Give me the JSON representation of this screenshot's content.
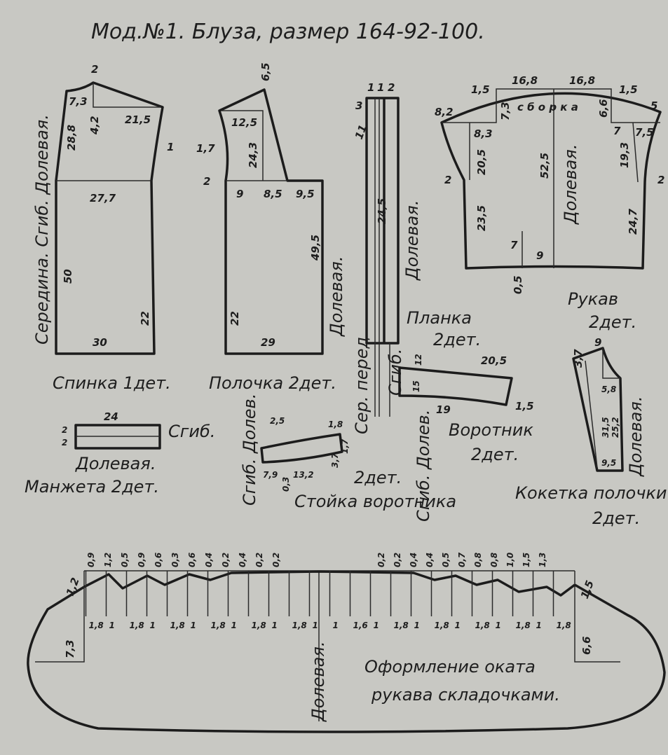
{
  "title": "Мод.№1. Блуза, размер 164-92-100.",
  "back": {
    "caption": "Спинка 1дет.",
    "side_label": "Середина. Сгиб. Долевая.",
    "dims": [
      "2",
      "7,3",
      "4,2",
      "21,5",
      "28,8",
      "1",
      "27,7",
      "50",
      "22",
      "30"
    ]
  },
  "front": {
    "caption": "Полочка 2дет.",
    "grain": "Долевая.",
    "dims": [
      "6,5",
      "12,5",
      "24,3",
      "1,7",
      "2",
      "9",
      "8,5",
      "9,5",
      "49,5",
      "22",
      "29"
    ]
  },
  "placket": {
    "caption_1": "Планка",
    "caption_2": "2дет.",
    "grain": "Долевая.",
    "center_front": "Сер. перед",
    "fold": "Сгиб.",
    "dims": [
      "1",
      "1",
      "2",
      "3",
      "11",
      "24,5"
    ]
  },
  "sleeve": {
    "caption_1": "Рукав",
    "caption_2": "2дет.",
    "grain": "Долевая.",
    "cap_text": "с б о р к а",
    "dims": [
      "1,5",
      "16,8",
      "16,8",
      "1,5",
      "8,2",
      "7,3",
      "6,6",
      "5",
      "8,3",
      "20,5",
      "52,5",
      "7",
      "7,5",
      "19,3",
      "2",
      "2",
      "23,5",
      "24,7",
      "7",
      "9",
      "0,5"
    ]
  },
  "cuff": {
    "caption_1": "Долевая.",
    "caption_2": "Манжета 2дет.",
    "fold": "Сгиб.",
    "dims": [
      "24",
      "2",
      "2"
    ]
  },
  "collar_stand": {
    "caption": "Стойка воротника",
    "qty": "2дет.",
    "side_label": "Сгиб. Долев.",
    "dims": [
      "2,5",
      "1,8",
      "3,7",
      "1,7",
      "7,9",
      "13,2",
      "0,3"
    ]
  },
  "collar": {
    "caption_1": "Воротник",
    "caption_2": "2дет.",
    "side_label": "Сгиб. Долев.",
    "dims": [
      "12",
      "20,5",
      "15",
      "19",
      "1,5"
    ]
  },
  "yoke": {
    "caption_1": "Кокетка полочки",
    "caption_2": "2дет.",
    "grain": "Долевая.",
    "dims": [
      "3,7",
      "9",
      "5,8",
      "31,5",
      "25,2",
      "9,5"
    ]
  },
  "pleats": {
    "caption_1": "Оформление оката",
    "caption_2": "рукава складочками.",
    "grain": "Долевая.",
    "top_left": [
      "0,9",
      "1,2",
      "0,5",
      "0,9",
      "0,6",
      "0,3",
      "0,6",
      "0,4",
      "0,2",
      "0,4",
      "0,2",
      "0,2"
    ],
    "top_right": [
      "0,2",
      "0,2",
      "0,4",
      "0,4",
      "0,5",
      "0,7",
      "0,8",
      "0,8",
      "1,0",
      "1,5",
      "1,3"
    ],
    "bottom": [
      "1,8",
      "1",
      "1,8",
      "1",
      "1,8",
      "1",
      "1,8",
      "1",
      "1,8",
      "1",
      "1,8",
      "1",
      "1",
      "1,6",
      "1",
      "1,8",
      "1",
      "1,8",
      "1",
      "1,8",
      "1",
      "1,8",
      "1",
      "1,8"
    ],
    "side_dims": [
      "1,2",
      "7,3",
      "1,5",
      "6,6"
    ]
  }
}
